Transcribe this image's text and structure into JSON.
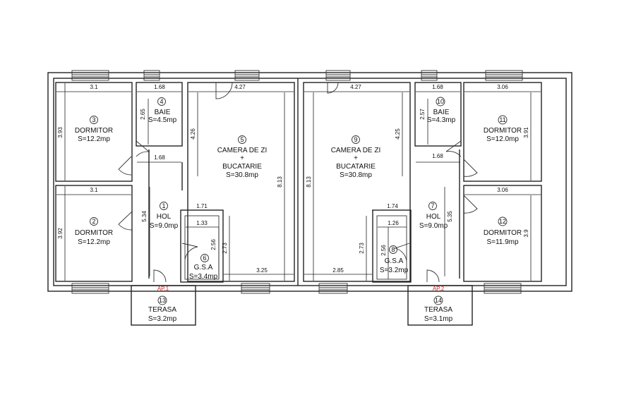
{
  "rooms": {
    "r1": {
      "num": "1",
      "name": "HOL",
      "area": "S=9.0mp"
    },
    "r2": {
      "num": "2",
      "name": "DORMITOR",
      "area": "S=12.2mp"
    },
    "r3": {
      "num": "3",
      "name": "DORMITOR",
      "area": "S=12.2mp"
    },
    "r4": {
      "num": "4",
      "name": "BAIE",
      "area": "S=4.5mp"
    },
    "r5": {
      "num": "5",
      "name1": "CAMERA DE ZI",
      "plus": "+",
      "name2": "BUCATARIE",
      "area": "S=30.8mp"
    },
    "r6": {
      "num": "6",
      "name": "G.S.A",
      "area": "S=3.4mp"
    },
    "r7": {
      "num": "7",
      "name": "HOL",
      "area": "S=9.0mp"
    },
    "r8": {
      "num": "8",
      "name": "G.S.A",
      "area": "S=3.2mp"
    },
    "r9": {
      "num": "9",
      "name1": "CAMERA DE ZI",
      "plus": "+",
      "name2": "BUCATARIE",
      "area": "S=30.8mp"
    },
    "r10": {
      "num": "10",
      "name": "BAIE",
      "area": "S=4.3mp"
    },
    "r11": {
      "num": "11",
      "name": "DORMITOR",
      "area": "S=12.0mp"
    },
    "r12": {
      "num": "12",
      "name": "DORMITOR",
      "area": "S=11.9mp"
    },
    "r13": {
      "num": "13",
      "name": "TERASA",
      "area": "S=3.2mp"
    },
    "r14": {
      "num": "14",
      "name": "TERASA",
      "area": "S=3.1mp"
    }
  },
  "apartments": {
    "ap1": "AP.1",
    "ap2": "AP.2"
  },
  "dims": {
    "d_31_a": "3.1",
    "d_393": "3.93",
    "d_168_a": "1.68",
    "d_265": "2.65",
    "d_168_b": "1.68",
    "d_427_a": "4.27",
    "d_426": "4.26",
    "d_813_a": "8.13",
    "d_31_b": "3.1",
    "d_392": "3.92",
    "d_534": "5.34",
    "d_171": "1.71",
    "d_133": "1.33",
    "d_256_a": "2.56",
    "d_273_a": "2.73",
    "d_325": "3.25",
    "d_427_b": "4.27",
    "d_425": "4.25",
    "d_813_b": "8.13",
    "d_168_c": "1.68",
    "d_257": "2.57",
    "d_168_d": "1.68",
    "d_306_a": "3.06",
    "d_391": "3.91",
    "d_306_b": "3.06",
    "d_39": "3.9",
    "d_535": "5.35",
    "d_174": "1.74",
    "d_126": "1.26",
    "d_256_b": "2.56",
    "d_273_b": "2.73",
    "d_285": "2.85"
  }
}
